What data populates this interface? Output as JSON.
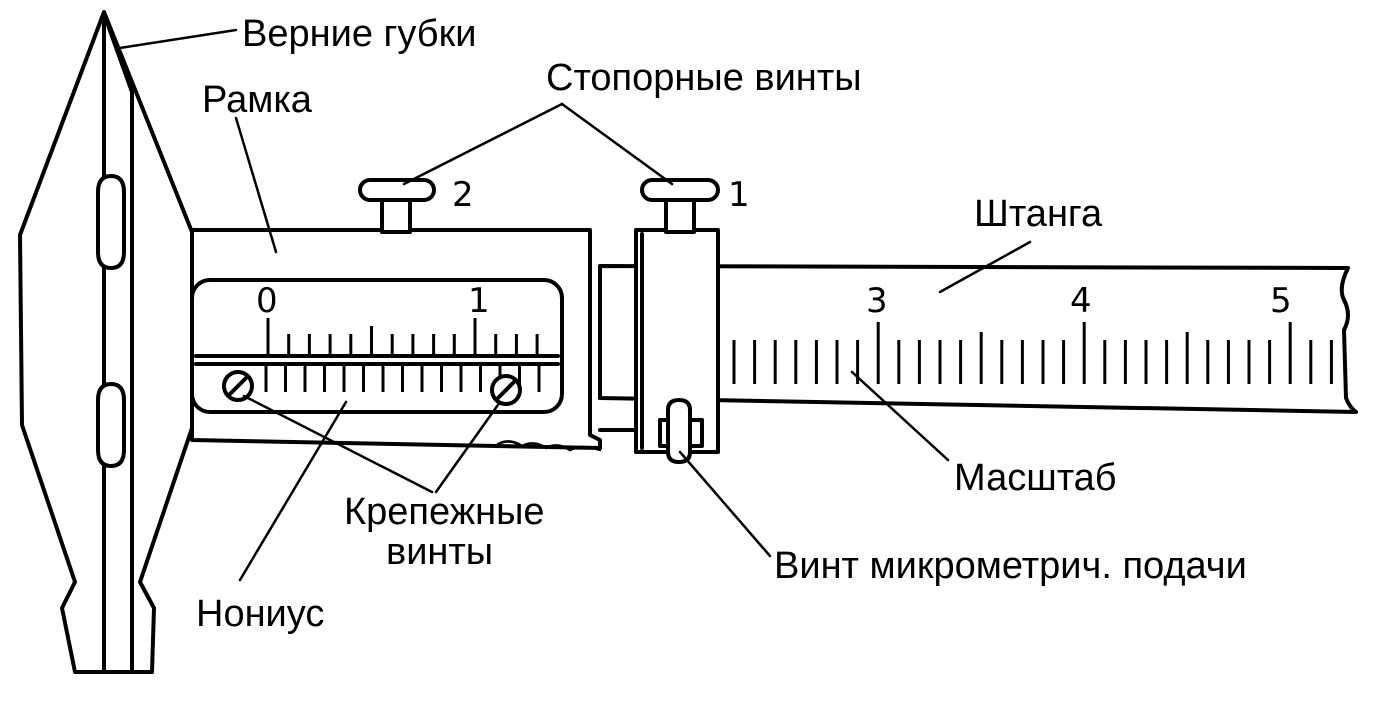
{
  "labels": {
    "upper_jaws": "Верние губки",
    "lock_screws": "Стопорные винты",
    "frame": "Рамка",
    "bar": "Штанга",
    "scale": "Масштаб",
    "fixing_screws_line1": "Крепежные",
    "fixing_screws_line2": "винты",
    "vernier": "Нониус",
    "micro_feed_screw": "Винт микрометрич. подачи"
  },
  "screw_numbers": {
    "left": "2",
    "right": "1"
  },
  "main_scale_numbers": [
    "3",
    "4",
    "5"
  ],
  "vernier_numbers": [
    "0",
    "1"
  ]
}
